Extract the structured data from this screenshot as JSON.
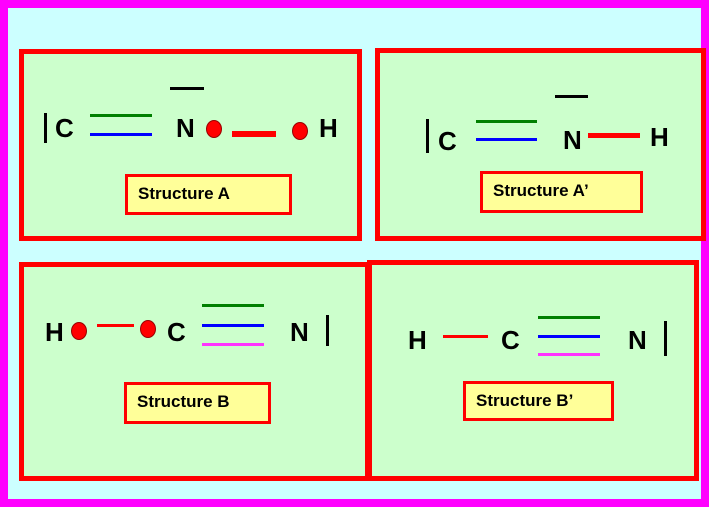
{
  "colors": {
    "frame_border": "#ff00ff",
    "background": "#ccffff",
    "panel_fill": "#ccffcc",
    "panel_border": "#ff0000",
    "label_fill": "#ffff99",
    "bond_green": "#008000",
    "bond_blue": "#0000ff",
    "bond_magenta": "#ff33ff",
    "bond_red": "#ff0000",
    "electron_dot": "#ff0000"
  },
  "structures": [
    {
      "label": "Structure A",
      "atoms": {
        "left": "C",
        "middle": "N",
        "right": "H"
      },
      "bonds": {
        "C-N": "double",
        "N-H": "single"
      },
      "lone_pairs": [
        "C",
        "N"
      ],
      "electron_dots": 2
    },
    {
      "label": "Structure A’",
      "atoms": {
        "left": "C",
        "middle": "N",
        "right": "H"
      },
      "bonds": {
        "C-N": "double",
        "N-H": "single"
      },
      "lone_pairs": [
        "C",
        "N"
      ],
      "electron_dots": 0
    },
    {
      "label": "Structure B",
      "atoms": {
        "left": "H",
        "middle": "C",
        "right": "N"
      },
      "bonds": {
        "H-C": "single",
        "C-N": "triple"
      },
      "lone_pairs": [
        "N"
      ],
      "electron_dots": 2
    },
    {
      "label": "Structure B’",
      "atoms": {
        "left": "H",
        "middle": "C",
        "right": "N"
      },
      "bonds": {
        "H-C": "single",
        "C-N": "triple"
      },
      "lone_pairs": [
        "N"
      ],
      "electron_dots": 0
    }
  ]
}
